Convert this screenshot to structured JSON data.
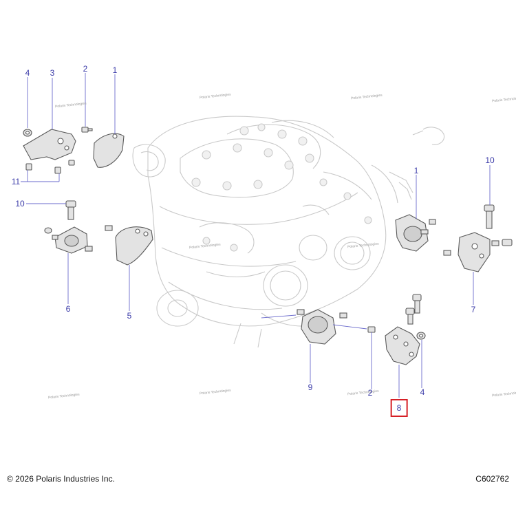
{
  "callouts": {
    "c_4_top": "4",
    "c_3": "3",
    "c_2_top": "2",
    "c_1_left": "1",
    "c_11": "11",
    "c_10_left": "10",
    "c_6": "6",
    "c_5": "5",
    "c_1_right": "1",
    "c_10_right": "10",
    "c_7": "7",
    "c_9": "9",
    "c_2_bottom": "2",
    "c_8": "8",
    "c_4_bottom": "4"
  },
  "highlighted_callout": "8",
  "watermark_text": "Polaris Technologies",
  "footer": {
    "copyright": "© 2026 Polaris Industries Inc.",
    "diagram_code": "C602762"
  },
  "colors": {
    "callout_text": "#3a3aa8",
    "leader_line": "#6a6acc",
    "highlight_box": "#d61f26",
    "line_art": "#c9c9c9",
    "part_shading": "#e3e3e3"
  }
}
